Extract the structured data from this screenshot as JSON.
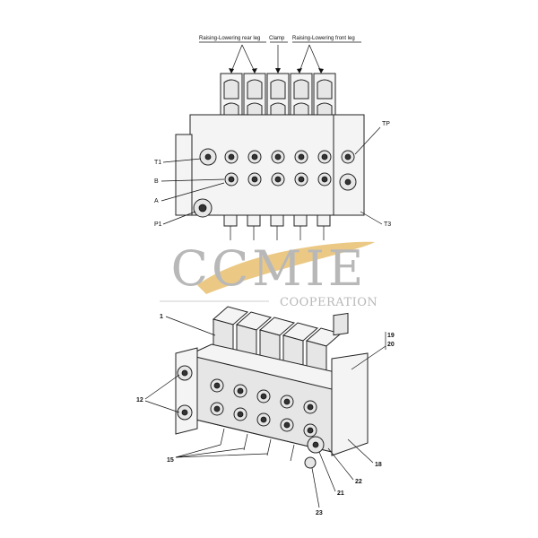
{
  "top_view": {
    "labels": {
      "rear_leg": "Raising-Lowering rear leg",
      "clamp": "Clamp",
      "front_leg": "Raising-Lowering front leg",
      "t1": "T1",
      "b": "B",
      "a": "A",
      "p1": "P1",
      "tp": "TP",
      "t3": "T3"
    }
  },
  "watermark": {
    "brand": "CCMIE",
    "subtitle": "COOPERATION"
  },
  "iso_view": {
    "callouts": {
      "c1": "1",
      "c12": "12",
      "c15": "15",
      "c19": "19",
      "c20": "20",
      "c18": "18",
      "c22": "22",
      "c21": "21",
      "c23": "23"
    }
  },
  "colors": {
    "line": "#111111",
    "watermark": "#b8b8b8",
    "swoosh": "#e8c070"
  }
}
